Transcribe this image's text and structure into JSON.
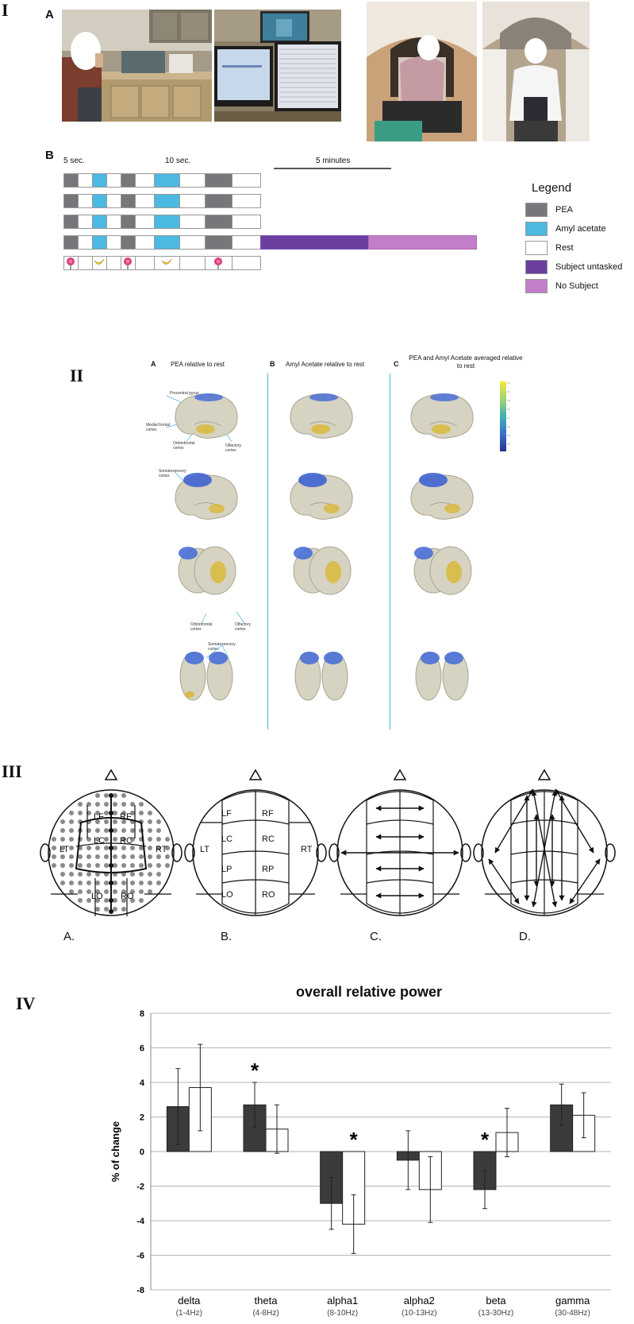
{
  "panels": {
    "p1": {
      "roman": "I",
      "sub_a": "A",
      "sub_b": "B",
      "timeline": {
        "label_5s": "5 sec.",
        "label_10s": "10 sec.",
        "label_5min": "5 minutes"
      },
      "legend": {
        "title": "Legend",
        "items": [
          {
            "label": "PEA",
            "color": "#77767a"
          },
          {
            "label": "Amyl acetate",
            "color": "#4bb9e1"
          },
          {
            "label": "Rest",
            "color": "#ffffff"
          },
          {
            "label": "Subject untasked",
            "color": "#6a3fa0"
          },
          {
            "label": "No Subject",
            "color": "#c27fc8"
          }
        ]
      }
    },
    "p2": {
      "roman": "II",
      "columns": [
        {
          "letter": "A",
          "title": "PEA relative to rest"
        },
        {
          "letter": "B",
          "title": "Amyl Acetate relative to rest"
        },
        {
          "letter": "C",
          "title": "PEA and Amyl Acetate averaged relative to rest"
        }
      ],
      "annotations": {
        "precentral": "Precentral gyrus",
        "medial_frontal": "Medial frontal cortex",
        "orbitofrontal": "Orbitofrontal cortex",
        "olfactory": "Olfactory cortex",
        "somatosensory": "Somatosensory cortex"
      }
    },
    "p3": {
      "roman": "III",
      "captions": [
        "A.",
        "B.",
        "C.",
        "D."
      ],
      "regions": {
        "lf": "LF",
        "rf": "RF",
        "lt": "LT",
        "rt": "RT",
        "lc": "LC",
        "rc": "RC",
        "lp": "LP",
        "rp": "RP",
        "lo": "LO",
        "ro": "RO"
      }
    },
    "p4": {
      "roman": "IV"
    }
  },
  "chart_data": {
    "type": "bar",
    "title": "overall relative power",
    "ylabel": "% of change",
    "ylim": [
      -8,
      8
    ],
    "yticks": [
      -8,
      -6,
      -4,
      -2,
      0,
      2,
      4,
      6,
      8
    ],
    "grid": true,
    "categories": [
      "delta",
      "theta",
      "alpha1",
      "alpha2",
      "beta",
      "gamma"
    ],
    "category_sublabels": [
      "(1-4Hz)",
      "(4-8Hz)",
      "(8-10Hz)",
      "(10-13Hz)",
      "(13-30Hz)",
      "(30-48Hz)"
    ],
    "series": [
      {
        "fill": "#3b3b3b",
        "values": [
          2.6,
          2.7,
          -3.0,
          -0.5,
          -2.2,
          2.7
        ],
        "errors": [
          2.2,
          1.3,
          1.5,
          1.7,
          1.1,
          1.2
        ]
      },
      {
        "fill": "#ffffff",
        "values": [
          3.7,
          1.3,
          -4.2,
          -2.2,
          1.1,
          2.1
        ],
        "errors": [
          2.5,
          1.4,
          1.7,
          1.9,
          1.4,
          1.3
        ]
      }
    ],
    "significance": [
      {
        "category": 1,
        "series": 0,
        "mark": "*"
      },
      {
        "category": 2,
        "series": 1,
        "mark": "*"
      },
      {
        "category": 4,
        "series": 0,
        "mark": "*"
      }
    ]
  }
}
